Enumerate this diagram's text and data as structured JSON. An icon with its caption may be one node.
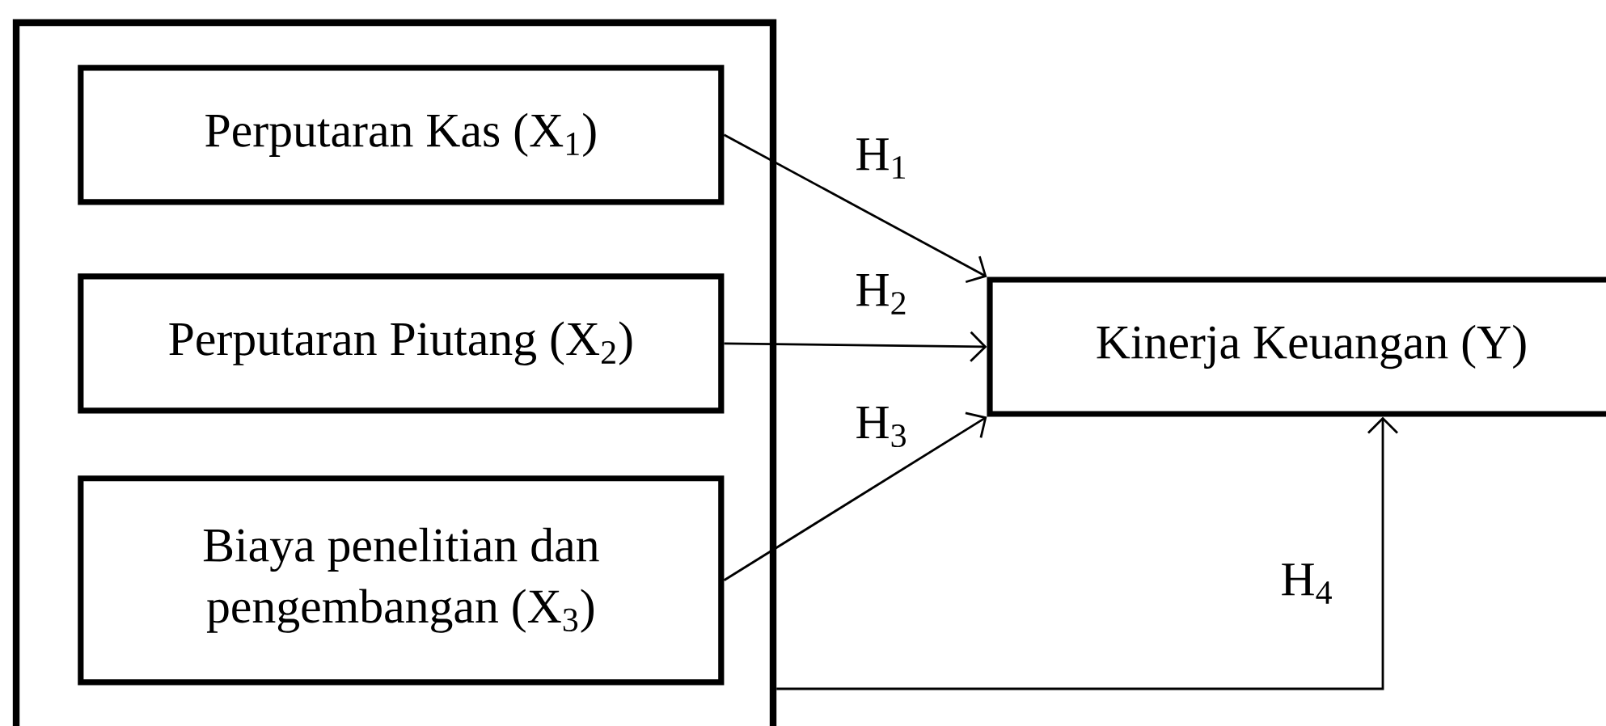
{
  "diagram": {
    "nodes": [
      {
        "text": [],
        "shape": "box"
      },
      {
        "text": [
          "Perputaran Kas (X$_{1}$)"
        ],
        "in": 0
      },
      {
        "text": [
          "Perputaran Piutang (X$_{2}$)"
        ],
        "in": 0
      },
      {
        "text": [
          "Biaya penelitian dan pengembangan  (X$_{3}$)"
        ],
        "in": 0
      },
      {
        "text": [
          "Kinerja Keuangan (Y)"
        ]
      }
    ],
    "edges": [
      {
        "from": 1,
        "to": 4,
        "arrow": "to",
        "label": "H$_{1}$"
      },
      {
        "from": 2,
        "to": 4,
        "arrow": "to",
        "label": "H$_{2}$"
      },
      {
        "from": 3,
        "to": 4,
        "arrow": "to",
        "label": "H$_{3}$"
      },
      {
        "from": 0,
        "to": 4,
        "arrow": "to",
        "label": "H$_{4}$"
      }
    ]
  }
}
